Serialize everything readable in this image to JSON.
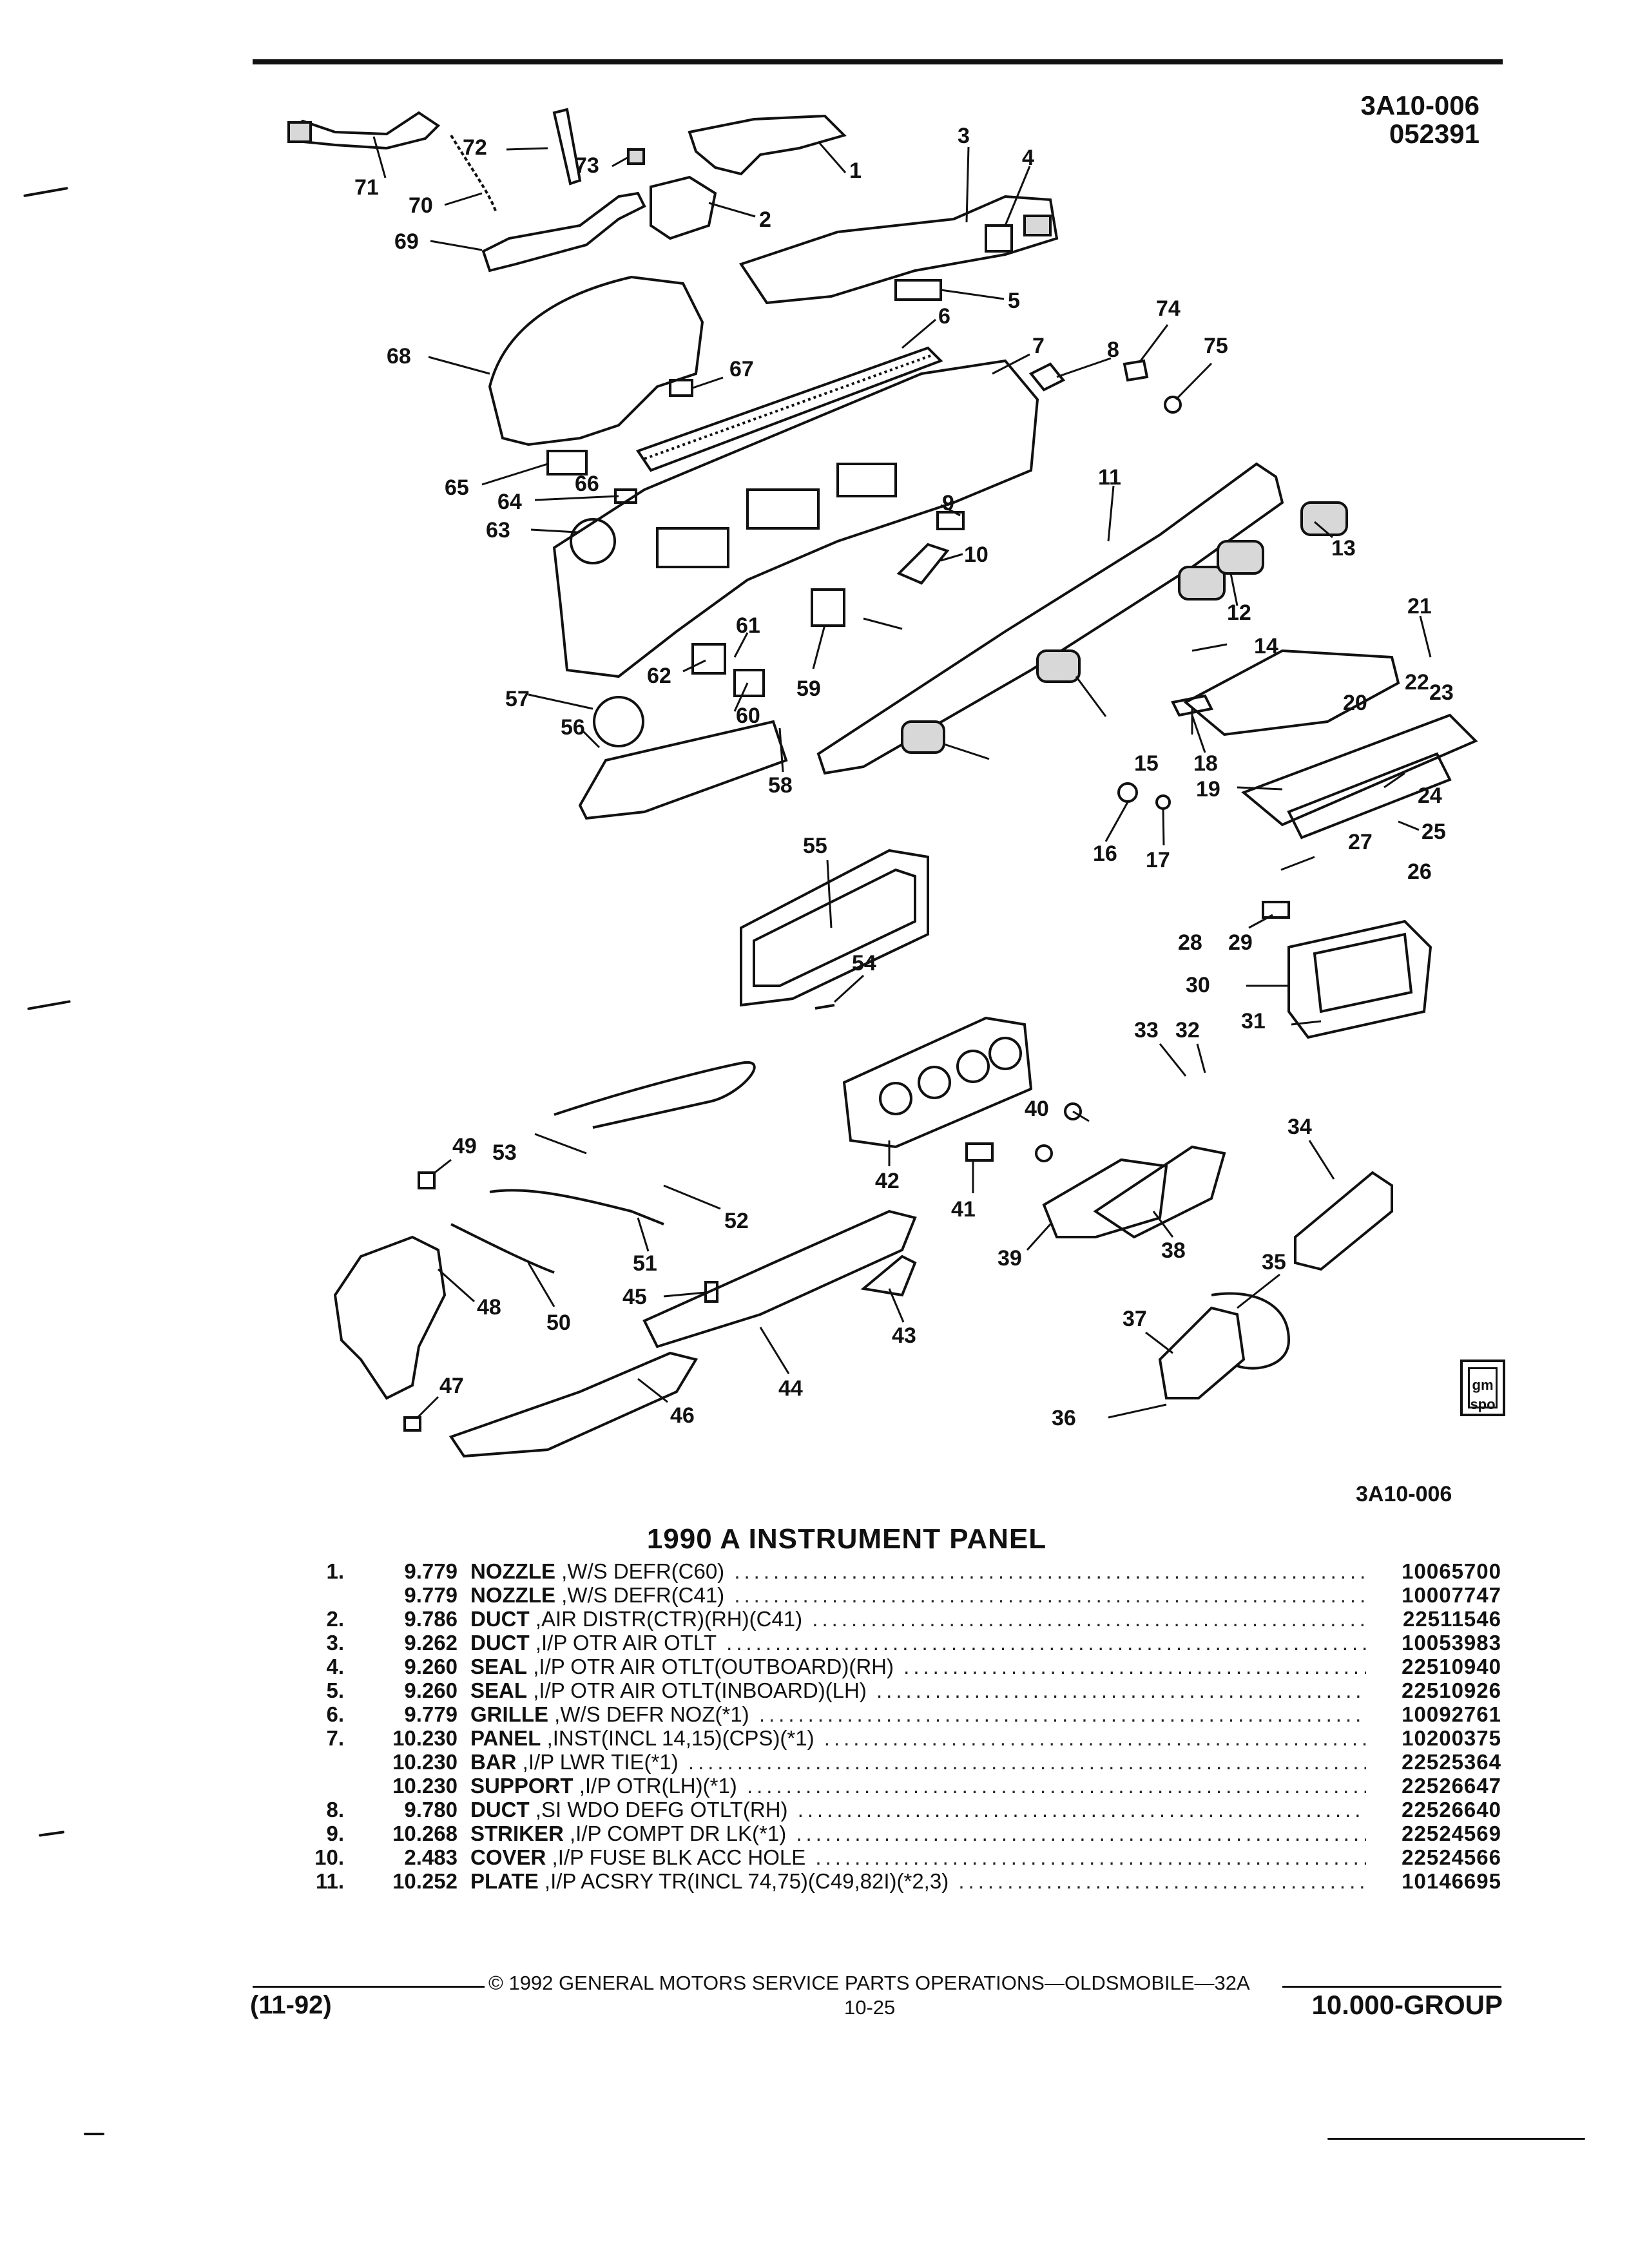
{
  "header": {
    "code_line1": "3A10-006",
    "code_line2": "052391"
  },
  "illustration": {
    "callouts": [
      "1",
      "2",
      "3",
      "4",
      "5",
      "6",
      "7",
      "8",
      "9",
      "10",
      "11",
      "12",
      "13",
      "14",
      "15",
      "16",
      "17",
      "18",
      "19",
      "20",
      "21",
      "22",
      "23",
      "24",
      "25",
      "26",
      "27",
      "28",
      "29",
      "30",
      "31",
      "32",
      "33",
      "34",
      "35",
      "36",
      "37",
      "38",
      "39",
      "40",
      "41",
      "42",
      "43",
      "44",
      "45",
      "46",
      "47",
      "48",
      "49",
      "50",
      "51",
      "52",
      "53",
      "54",
      "55",
      "56",
      "57",
      "58",
      "59",
      "60",
      "61",
      "62",
      "63",
      "64",
      "65",
      "66",
      "67",
      "68",
      "69",
      "70",
      "71",
      "72",
      "73",
      "74",
      "75"
    ],
    "code": "3A10-006",
    "logo_text": "gm spo"
  },
  "title": "1990 A INSTRUMENT PANEL",
  "parts": [
    {
      "index": "1.",
      "group": "9.779",
      "name": "NOZZLE",
      "detail": ",W/S DEFR(C60)",
      "part_no": "10065700"
    },
    {
      "index": "",
      "group": "9.779",
      "name": "NOZZLE",
      "detail": ",W/S DEFR(C41)",
      "part_no": "10007747"
    },
    {
      "index": "2.",
      "group": "9.786",
      "name": "DUCT",
      "detail": ",AIR DISTR(CTR)(RH)(C41)",
      "part_no": "22511546"
    },
    {
      "index": "3.",
      "group": "9.262",
      "name": "DUCT",
      "detail": ",I/P OTR AIR OTLT",
      "part_no": "10053983"
    },
    {
      "index": "4.",
      "group": "9.260",
      "name": "SEAL",
      "detail": ",I/P OTR AIR OTLT(OUTBOARD)(RH)",
      "part_no": "22510940"
    },
    {
      "index": "5.",
      "group": "9.260",
      "name": "SEAL",
      "detail": ",I/P OTR AIR OTLT(INBOARD)(LH)",
      "part_no": "22510926"
    },
    {
      "index": "6.",
      "group": "9.779",
      "name": "GRILLE",
      "detail": ",W/S DEFR NOZ(*1)",
      "part_no": "10092761"
    },
    {
      "index": "7.",
      "group": "10.230",
      "name": "PANEL",
      "detail": ",INST(INCL 14,15)(CPS)(*1)",
      "part_no": "10200375"
    },
    {
      "index": "",
      "group": "10.230",
      "name": "BAR",
      "detail": ",I/P LWR TIE(*1)",
      "part_no": "22525364"
    },
    {
      "index": "",
      "group": "10.230",
      "name": "SUPPORT",
      "detail": ",I/P OTR(LH)(*1)",
      "part_no": "22526647"
    },
    {
      "index": "8.",
      "group": "9.780",
      "name": "DUCT",
      "detail": ",SI WDO DEFG OTLT(RH)",
      "part_no": "22526640"
    },
    {
      "index": "9.",
      "group": "10.268",
      "name": "STRIKER",
      "detail": ",I/P COMPT DR LK(*1)",
      "part_no": "22524569"
    },
    {
      "index": "10.",
      "group": "2.483",
      "name": "COVER",
      "detail": ",I/P FUSE BLK ACC HOLE",
      "part_no": "22524566"
    },
    {
      "index": "11.",
      "group": "10.252",
      "name": "PLATE",
      "detail": ",I/P ACSRY TR(INCL 74,75)(C49,82I)(*2,3)",
      "part_no": "10146695"
    }
  ],
  "footer": {
    "copyright": "© 1992 GENERAL MOTORS SERVICE PARTS OPERATIONS—OLDSMOBILE—32A",
    "revision": "(11-92)",
    "page": "10-25",
    "group": "10.000-GROUP"
  }
}
